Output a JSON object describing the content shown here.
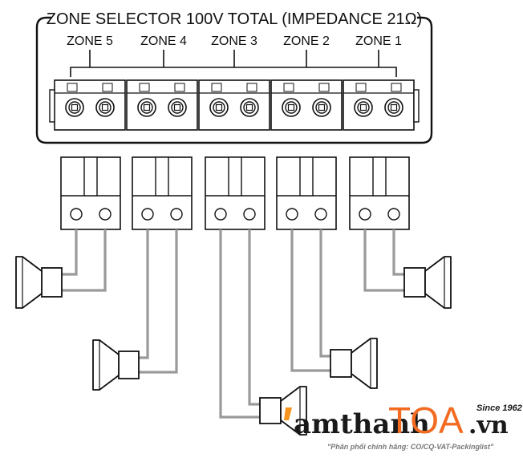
{
  "panel": {
    "title": "ZONE SELECTOR 100V TOTAL (IMPEDANCE 21Ω)",
    "zones": [
      "ZONE 5",
      "ZONE 4",
      "ZONE 3",
      "ZONE 2",
      "ZONE 1"
    ]
  },
  "watermark": {
    "brand_prefix": "amthanh",
    "brand_main": "TOA",
    "brand_suffix": ".vn",
    "since": "Since 1962",
    "tagline": "\"Phân phối chính hãng: CO/CQ-VAT-Packinglist\"",
    "colors": {
      "orange": "#f26b21",
      "dark": "#1a1a1a",
      "accent": "#f7941d"
    }
  },
  "colors": {
    "line": "#111111",
    "wire": "#9a9a9a",
    "fill": "#ffffff"
  }
}
